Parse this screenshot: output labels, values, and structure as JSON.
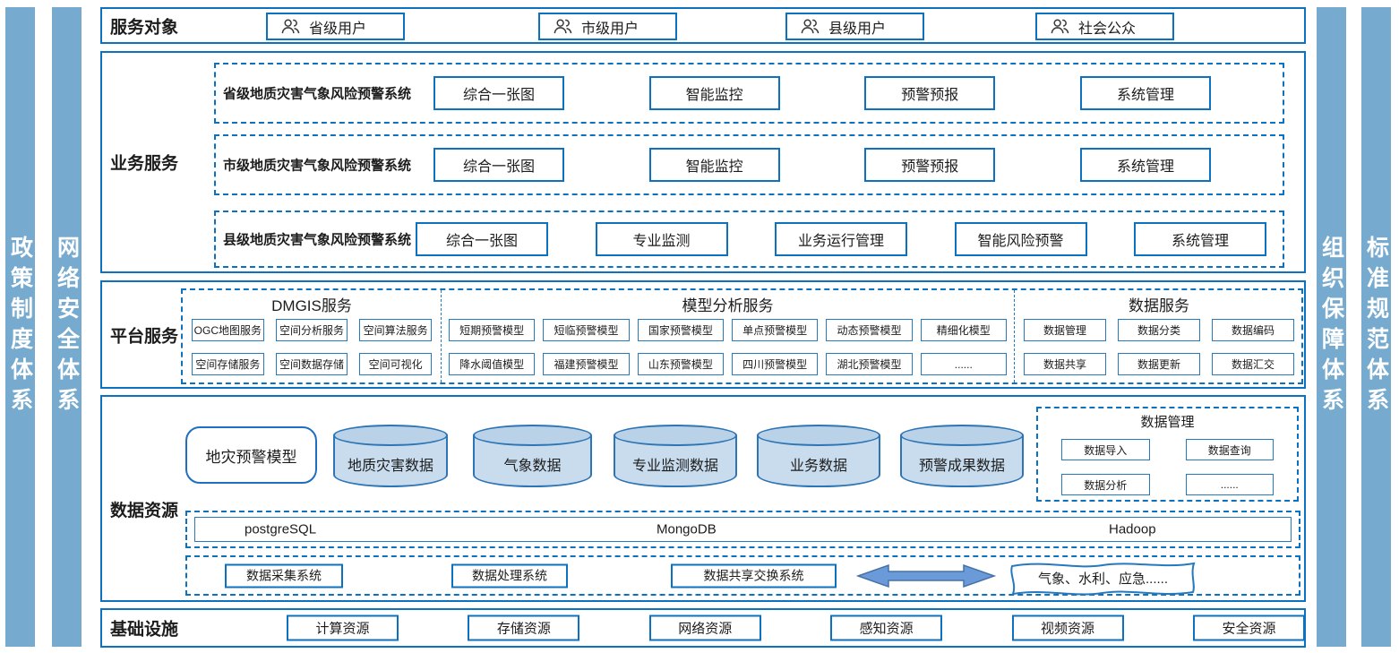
{
  "colors": {
    "accent_blue": "#0c72c0",
    "pillar_fill": "#76aace",
    "cylinder_fill": "#c8dcee",
    "cylinder_border": "#2e75b6",
    "arrow_fill": "#6b9ad8"
  },
  "pillars": {
    "left": [
      "政策制度体系",
      "网络安全体系"
    ],
    "right": [
      "组织保障体系",
      "标准规范体系"
    ]
  },
  "service_targets": {
    "label": "服务对象",
    "items": [
      "省级用户",
      "市级用户",
      "县级用户",
      "社会公众"
    ]
  },
  "business": {
    "label": "业务服务",
    "groups": [
      {
        "title": "省级地质灾害气象风险预警系统",
        "items": [
          "综合一张图",
          "智能监控",
          "预警预报",
          "系统管理"
        ]
      },
      {
        "title": "市级地质灾害气象风险预警系统",
        "items": [
          "综合一张图",
          "智能监控",
          "预警预报",
          "系统管理"
        ]
      },
      {
        "title": "县级地质灾害气象风险预警系统",
        "items": [
          "综合一张图",
          "专业监测",
          "业务运行管理",
          "智能风险预警",
          "系统管理"
        ]
      }
    ]
  },
  "platform": {
    "label": "平台服务",
    "dmgis": {
      "title": "DMGIS服务",
      "row1": [
        "OGC地图服务",
        "空间分析服务",
        "空间算法服务"
      ],
      "row2": [
        "空间存储服务",
        "空间数据存储",
        "空间可视化"
      ]
    },
    "model": {
      "title": "模型分析服务",
      "row1": [
        "短期预警模型",
        "短临预警模型",
        "国家预警模型",
        "单点预警模型",
        "动态预警模型",
        "精细化模型"
      ],
      "row2": [
        "降水阈值模型",
        "福建预警模型",
        "山东预警模型",
        "四川预警模型",
        "湖北预警模型",
        "......"
      ]
    },
    "dataservice": {
      "title": "数据服务",
      "row1": [
        "数据管理",
        "数据分类",
        "数据编码"
      ],
      "row2": [
        "数据共享",
        "数据更新",
        "数据汇交"
      ]
    }
  },
  "data_resources": {
    "label": "数据资源",
    "model_box": "地灾预警模型",
    "cylinders": [
      "地质灾害数据",
      "气象数据",
      "专业监测数据",
      "业务数据",
      "预警成果数据"
    ],
    "management": {
      "title": "数据管理",
      "items": [
        "数据导入",
        "数据查询",
        "数据分析",
        "......"
      ]
    },
    "databases": [
      "postgreSQL",
      "MongoDB",
      "Hadoop"
    ],
    "systems": [
      "数据采集系统",
      "数据处理系统",
      "数据共享交换系统"
    ],
    "external": "气象、水利、应急......"
  },
  "infrastructure": {
    "label": "基础设施",
    "items": [
      "计算资源",
      "存储资源",
      "网络资源",
      "感知资源",
      "视频资源",
      "安全资源"
    ]
  }
}
